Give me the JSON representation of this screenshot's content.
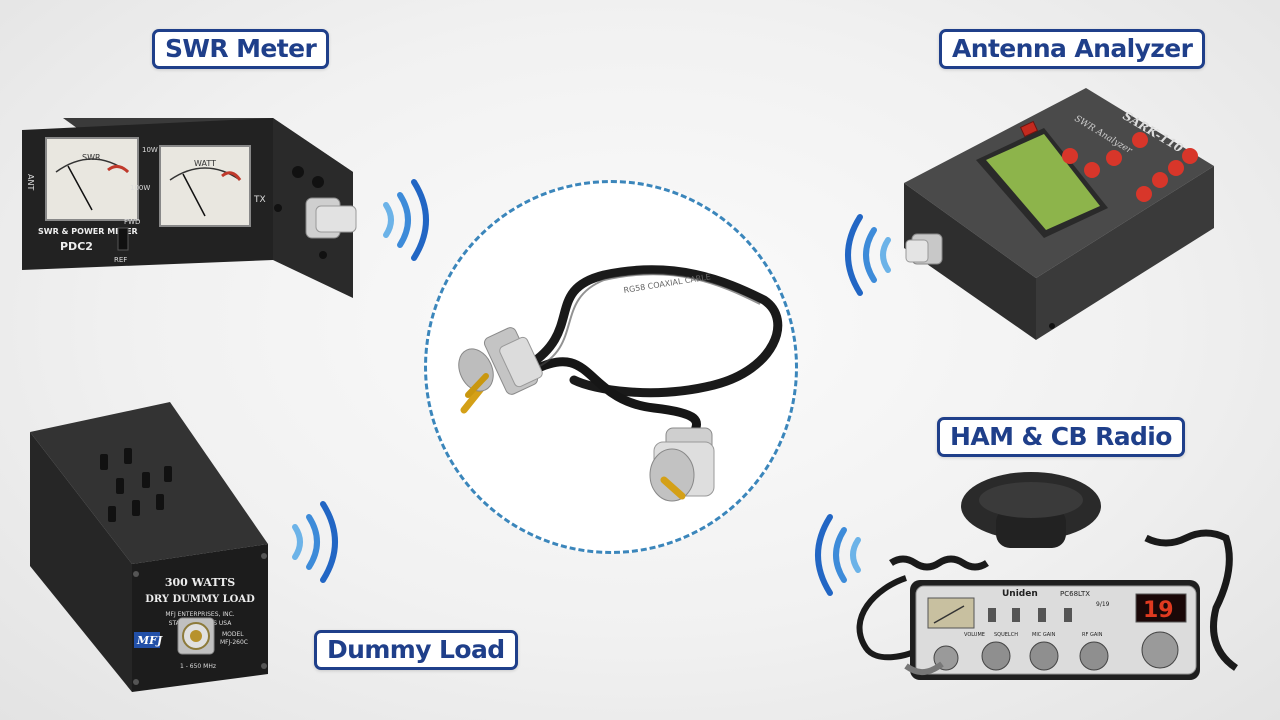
{
  "labels": {
    "swr_meter": "SWR Meter",
    "antenna_analyzer": "Antenna Analyzer",
    "ham_cb_radio": "HAM & CB Radio",
    "dummy_load": "Dummy Load"
  },
  "swr_meter_device": {
    "panel_title": "SWR & POWER METER",
    "model": "PDC2",
    "left_gauge": "SWR",
    "right_gauge": "WATT",
    "ant": "ANT",
    "tx": "TX",
    "range_low": "10W",
    "range_high": "100W",
    "fwd": "FWD",
    "ref": "REF"
  },
  "analyzer_device": {
    "brand": "SARK-110",
    "subtitle": "SWR Analyzer"
  },
  "dummy_load_device": {
    "line1": "300 WATTS",
    "line2": "DRY DUMMY LOAD",
    "maker1": "MFJ ENTERPRISES, INC.",
    "maker2": "STARKVILLE, MS  USA",
    "logo": "MFJ",
    "model_caption": "MODEL",
    "model": "MFJ-260C",
    "freq": "1 - 650 MHz"
  },
  "cable": {
    "print": "RG58 COAXIAL CABLE"
  },
  "radio_device": {
    "brand": "Uniden",
    "model": "PC68LTX",
    "channel": "19",
    "knob1": "VOLUME",
    "knob2": "SQUELCH",
    "knob3": "MIC GAIN",
    "knob4": "RF GAIN",
    "band": "9/19"
  },
  "colors": {
    "label_border": "#1f3f8a",
    "wave_blue": "#2f7ad6",
    "dashed_circle": "#3b86bb",
    "analyzer_lcd": "#8db44b",
    "radio_display": "#e03a20"
  }
}
